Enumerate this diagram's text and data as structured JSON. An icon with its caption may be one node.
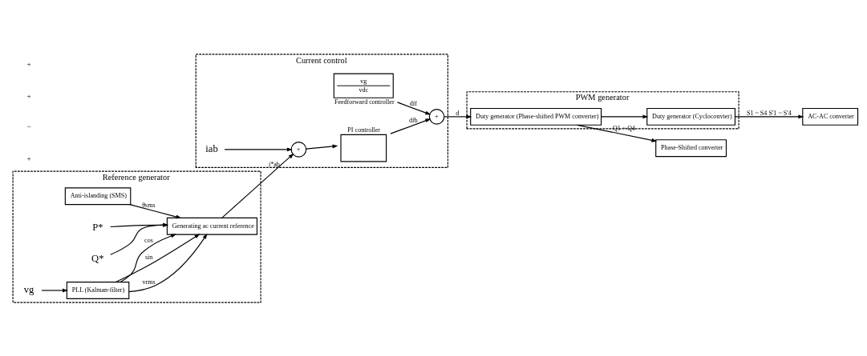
{
  "diagram": {
    "nodes": [
      {
        "text": [
          "Reference generator"
        ]
      },
      {
        "text": [
          "Anti-islanding (SMS)"
        ],
        "in": 0
      },
      {
        "text": [
          "Generating ac current reference"
        ],
        "in": 0
      },
      {
        "text": [
          "PLL (Kalman-filter)"
        ],
        "in": 0
      },
      {
        "text": [
          "P*"
        ],
        "in": 0
      },
      {
        "text": [
          "Q*"
        ],
        "in": 0
      },
      {
        "text": [
          "vg"
        ],
        "in": 0
      },
      {
        "text": [
          "Current control"
        ]
      },
      {
        "text": [
          "+"
        ],
        "in": 7
      },
      {
        "text": [
          "PI controller"
        ],
        "in": 7
      },
      {
        "text": [
          "+"
        ],
        "in": 7
      },
      {
        "text": [
          "vg",
          "vdc",
          "Feedforward controller"
        ],
        "in": 7
      },
      {
        "text": [
          "iab"
        ],
        "in": 7
      },
      {
        "text": [
          "PWM generator"
        ]
      },
      {
        "text": [
          "Duty generator (Phase-shifted PWM converter)"
        ],
        "in": 13
      },
      {
        "text": [
          "Duty generator (Cycloconvter)"
        ],
        "in": 13
      },
      {
        "text": [
          "Phase-Shifted converter"
        ]
      },
      {
        "text": [
          "AC-AC converter"
        ]
      }
    ],
    "edges": [
      {
        "from": 1,
        "to": 2,
        "arrow": "to",
        "label": "θsms"
      },
      {
        "from": 4,
        "to": 2,
        "arrow": "to"
      },
      {
        "from": 5,
        "to": 2,
        "arrow": "to"
      },
      {
        "from": 3,
        "to": 2,
        "arrow": "to",
        "label": "vrms"
      },
      {
        "from": 3,
        "to": 2,
        "arrow": "to",
        "label": "sin"
      },
      {
        "from": 3,
        "to": 2,
        "arrow": "to",
        "label": "cos"
      },
      {
        "from": 6,
        "to": 3,
        "arrow": "to"
      },
      {
        "from": 2,
        "to": 8,
        "arrow": "to",
        "label": "i*ab"
      },
      {
        "from": 12,
        "to": 8,
        "arrow": "to"
      },
      {
        "from": 8,
        "to": 9,
        "arrow": "to"
      },
      {
        "from": 9,
        "to": 10,
        "arrow": "to",
        "label": "dfb"
      },
      {
        "from": 11,
        "to": 10,
        "arrow": "to",
        "label": "dff"
      },
      {
        "from": 10,
        "to": 14,
        "arrow": "to",
        "label": "d"
      },
      {
        "from": 14,
        "to": 16,
        "arrow": "to",
        "label": "Q1 ~ Q4"
      },
      {
        "from": 14,
        "to": 15,
        "arrow": "to"
      },
      {
        "from": 15,
        "to": 17,
        "arrow": "to",
        "label": "S1 ~ S4 S'1 ~ S'4"
      }
    ],
    "labels": [
      "+",
      "−",
      "+",
      "+"
    ]
  }
}
